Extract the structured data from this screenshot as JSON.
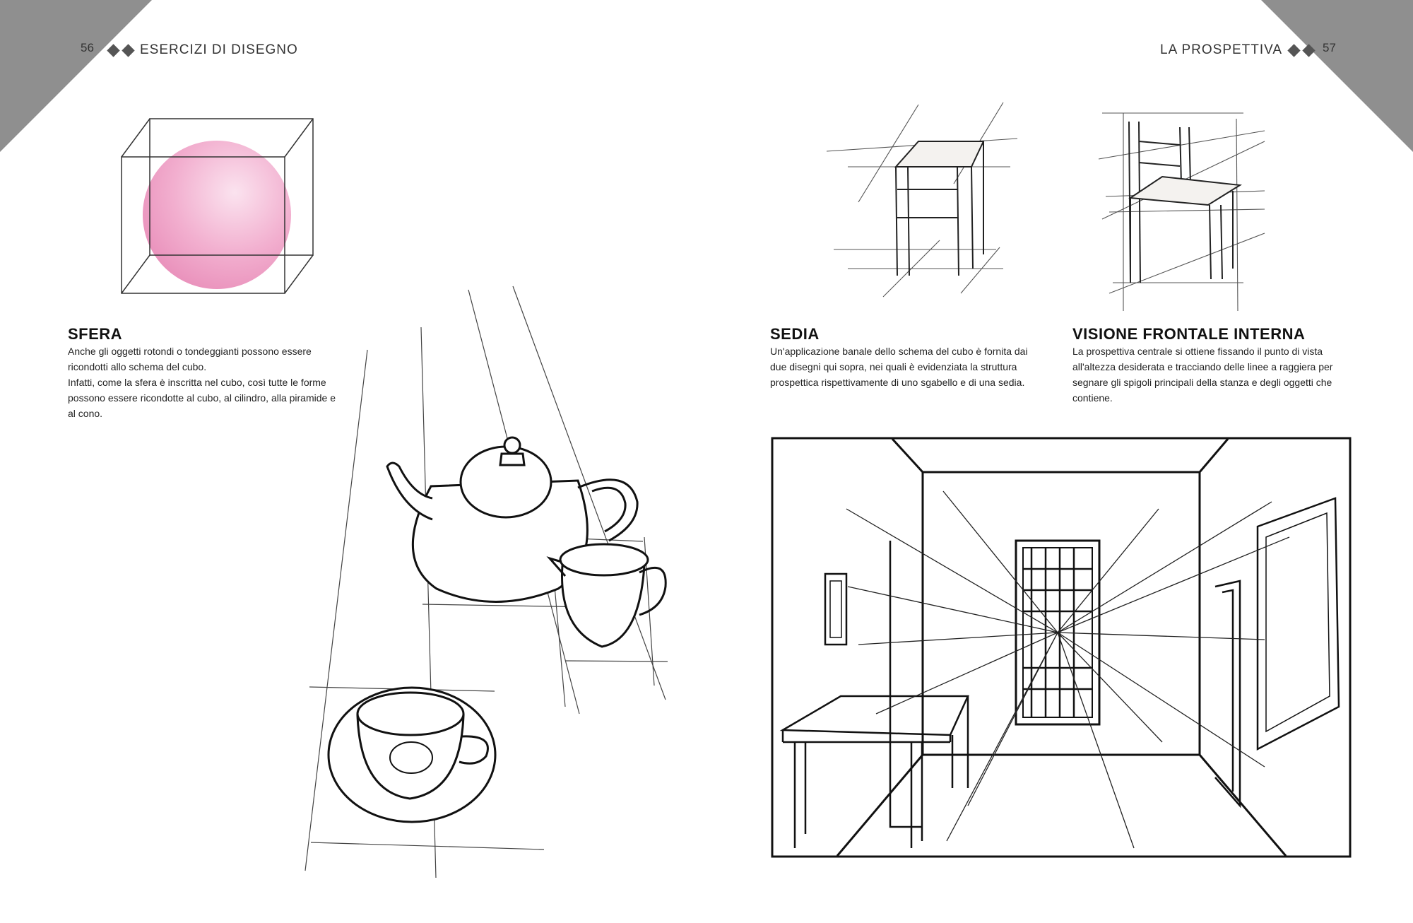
{
  "left_page": {
    "page_number": "56",
    "running_head": "ESERCIZI DI DISEGNO",
    "sphere_section": {
      "heading": "SFERA",
      "paragraphs": [
        "Anche gli oggetti rotondi o tondeggianti possono essere ricondotti allo schema del cubo.",
        "Infatti, come la sfera è inscritta nel cubo, così tutte le forme possono essere ricondotte al cubo, al cilindro, alla piramide e al cono."
      ]
    }
  },
  "right_page": {
    "page_number": "57",
    "running_head": "LA PROSPETTIVA",
    "chair_section": {
      "heading": "SEDIA",
      "paragraphs": [
        "Un'applicazione banale dello schema del cubo è fornita dai due disegni qui sopra, nei quali è evidenziata la struttura prospettica rispettivamente di uno sgabello e di una sedia."
      ]
    },
    "interior_section": {
      "heading": "VISIONE FRONTALE INTERNA",
      "paragraphs": [
        "La prospettiva centrale si ottiene fissando il punto di vista all'altezza desiderata e tracciando delle linee a raggiera per segnare gli spigoli principali della stanza e degli oggetti che contiene."
      ]
    }
  },
  "colors": {
    "corner_triangle": "#8f8f8f",
    "sphere_pink": "#ef9dc4",
    "ink": "#1a1a1a"
  }
}
